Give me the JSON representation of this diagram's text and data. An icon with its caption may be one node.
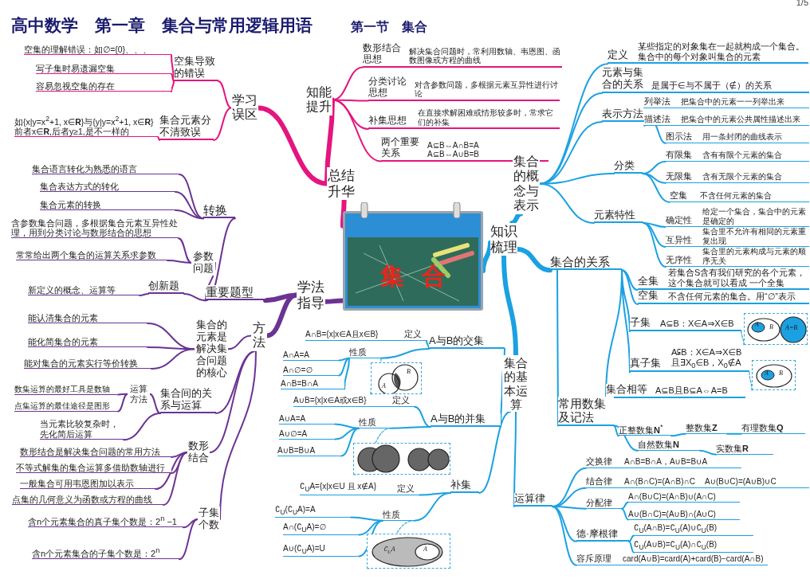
{
  "diagram": {
    "title": "高中数学　第一章　集合与常用逻辑用语",
    "labels": [
      "第一节　集合",
      "1/5"
    ],
    "nodes": [
      {
        "text": [
          "集合"
        ]
      },
      {
        "text": [
          "总结升华"
        ]
      },
      {
        "text": [
          "知能提升"
        ]
      },
      {
        "text": [
          "数形结合思想",
          "解决集合问题时，常利用数轴、韦恩图、函数图像或方程的曲线"
        ]
      },
      {
        "text": [
          "分类讨论思想",
          "对含参数问题，多根据元素互异性进行讨论"
        ]
      },
      {
        "text": [
          "补集思想",
          "在直接求解困难或情形较多时，常求它们的补集"
        ]
      },
      {
        "text": [
          "两个重要关系",
          "A⊆B⇔A∩B=A",
          "A⊆B⇔A∪B=B"
        ]
      },
      {
        "text": [
          "学习误区"
        ]
      },
      {
        "text": [
          "空集导致的错误"
        ]
      },
      {
        "text": [
          "空集的理解错误：如∅={0}、、、"
        ]
      },
      {
        "text": [
          "写子集时易遗漏空集"
        ]
      },
      {
        "text": [
          "容易忽视空集的存在"
        ]
      },
      {
        "text": [
          "集合元素分不清致误"
        ]
      },
      {
        "text": [
          "如{x|y=x$^{2}$+1, x∈**R**}与{y|y=x$^{2}$+1, x∈**R**}前者x∈**R**,后者y≥1,是不一样的"
        ]
      },
      {
        "text": [
          "学法指导"
        ]
      },
      {
        "text": [
          "重要题型"
        ]
      },
      {
        "text": [
          "转换"
        ]
      },
      {
        "text": [
          "集合语言转化为熟悉的语言"
        ]
      },
      {
        "text": [
          "集合表达方式的转化"
        ]
      },
      {
        "text": [
          "集合元素的转换"
        ]
      },
      {
        "text": [
          "参数问题"
        ]
      },
      {
        "text": [
          "含参数集合问题，多根据集合元素互异性处理，用到分类讨论与数形结合的思想"
        ]
      },
      {
        "text": [
          "常常给出两个集合的运算关系求参数"
        ]
      },
      {
        "text": [
          "创新题"
        ]
      },
      {
        "text": [
          "新定义的概念、运算等"
        ]
      },
      {
        "text": [
          "方法"
        ]
      },
      {
        "text": [
          "集合的元素是解决集合问题的核心"
        ]
      },
      {
        "text": [
          "能认清集合的元素"
        ]
      },
      {
        "text": [
          "能化简集合的元素"
        ]
      },
      {
        "text": [
          "能对集合的元素实行等价转换"
        ]
      },
      {
        "text": [
          "集合间的关系与运算"
        ]
      },
      {
        "text": [
          "运算方法"
        ]
      },
      {
        "text": [
          "数集运算的最好工具是数轴"
        ]
      },
      {
        "text": [
          "点集运算的最佳途径是图形"
        ]
      },
      {
        "text": [
          "当元素比较复杂时，先化简后运算"
        ]
      },
      {
        "text": [
          "数形结合"
        ]
      },
      {
        "text": [
          "数形结合是解决集合问题的常用方法"
        ]
      },
      {
        "text": [
          "不等式解集的集合运算多借助数轴进行"
        ]
      },
      {
        "text": [
          "一般集合可用韦恩图加以表示"
        ]
      },
      {
        "text": [
          "点集的几何意义为函数或方程的曲线"
        ]
      },
      {
        "text": [
          "子集个数"
        ]
      },
      {
        "text": [
          "含n个元素集合的真子集个数是：2$^{n}$ −1"
        ]
      },
      {
        "text": [
          "含n个元素集合的子集个数是：2$^{n}$"
        ]
      },
      {
        "text": [
          "知识梳理"
        ]
      },
      {
        "text": [
          "集合的概念与表示"
        ]
      },
      {
        "text": [
          "定义",
          "某些指定的对象集在一起就构成一个集合。集合中的每个对象叫集合的元素"
        ]
      },
      {
        "text": [
          "元素与集合的关系",
          "是属于∈与不属于（∉）的关系"
        ]
      },
      {
        "text": [
          "表示方法"
        ]
      },
      {
        "text": [
          "列举法",
          "把集合中的元素一一列举出来"
        ]
      },
      {
        "text": [
          "描述法",
          "把集合中的元素公共属性描述出来"
        ]
      },
      {
        "text": [
          "图示法",
          "用一条封闭的曲线表示"
        ]
      },
      {
        "text": [
          "分类"
        ]
      },
      {
        "text": [
          "有限集",
          "含有有限个元素的集合"
        ]
      },
      {
        "text": [
          "无限集",
          "含有无限个元素的集合"
        ]
      },
      {
        "text": [
          "空集",
          "不含任何元素的集合"
        ]
      },
      {
        "text": [
          "元素特性"
        ]
      },
      {
        "text": [
          "确定性",
          "给定一个集合，集合中的元素是确定的"
        ]
      },
      {
        "text": [
          "互异性",
          "集合里不允许有相同的元素重复出现"
        ]
      },
      {
        "text": [
          "无序性",
          "集合里的元素构成与元素的顺序无关"
        ]
      },
      {
        "text": [
          "集合的关系"
        ]
      },
      {
        "text": [
          "全集",
          "若集合S含有我们研究的各个元素，这个集合就可以看成 一个全集"
        ]
      },
      {
        "text": [
          "空集",
          "不含任何元素的集合。用“∅”表示"
        ]
      },
      {
        "text": [
          "子集",
          "A⊆B：X∈A⇒X∈B"
        ]
      },
      {
        "text": [
          "A",
          "B",
          "A=B"
        ]
      },
      {
        "text": [
          "真子集",
          "A⫋B：X∈A⇒X∈B 且∃X$_{0}$∈B，X$_{0}$∉A"
        ]
      },
      {
        "text": [
          "A",
          "B"
        ]
      },
      {
        "text": [
          "集合相等",
          "A⊆B且B⊆A⇔A=B"
        ]
      },
      {
        "text": [
          "常用数集及记法"
        ]
      },
      {
        "text": [
          "正整数集**N**$^{*}$"
        ]
      },
      {
        "text": [
          "整数集**Z**"
        ]
      },
      {
        "text": [
          "有理数集**Q**"
        ]
      },
      {
        "text": [
          "自然数集**N**"
        ]
      },
      {
        "text": [
          "实数集**R**"
        ]
      },
      {
        "text": [
          "集合的基本运算"
        ]
      },
      {
        "text": [
          "A与B的交集"
        ]
      },
      {
        "text": [
          "A∩B={x|x∈A且x∈B}",
          "定义"
        ]
      },
      {
        "text": [
          "性质"
        ]
      },
      {
        "text": [
          "A∩A=A"
        ]
      },
      {
        "text": [
          "A∩∅=∅"
        ]
      },
      {
        "text": [
          "A∩B=B∩A"
        ]
      },
      {
        "text": [
          "A",
          "B"
        ]
      },
      {
        "text": [
          "A与B的并集"
        ]
      },
      {
        "text": [
          "A∪B={x|x∈A或x∈B}",
          "定义"
        ]
      },
      {
        "text": [
          "性质"
        ]
      },
      {
        "text": [
          "A∪A=A"
        ]
      },
      {
        "text": [
          "A∪∅=A"
        ]
      },
      {
        "text": [
          "A∪B=B∪A"
        ]
      },
      {
        "text": [],
        "shape": "picture"
      },
      {
        "text": [
          "补集"
        ]
      },
      {
        "text": [
          "∁$_{U}$A={x|x∈U 且 x∉A}",
          "定义"
        ]
      },
      {
        "text": [
          "性质"
        ]
      },
      {
        "text": [
          "∁$_{U}$(∁$_{U}$A)=A"
        ]
      },
      {
        "text": [
          "A∩(∁$_{U}$A)=∅"
        ]
      },
      {
        "text": [
          "A∪(∁$_{U}$A)=U"
        ]
      },
      {
        "text": [
          "∁$_{U}$A",
          "A"
        ]
      },
      {
        "text": [
          "运算律"
        ]
      },
      {
        "text": [
          "交换律",
          "A∩B=B∩A，A∪B=B∪A"
        ]
      },
      {
        "text": [
          "结合律",
          "A∩(B∩C)=(A∩B)∩C",
          "A∪(B∪C)=(A∪B)∪C"
        ]
      },
      {
        "text": [
          "分配律"
        ]
      },
      {
        "text": [
          "A∩(B∪C)=(A∩B)∪(A∩C)"
        ]
      },
      {
        "text": [
          "A∪(B∩C)=(A∪B)∩(A∪C)"
        ]
      },
      {
        "text": [
          "德·摩根律"
        ]
      },
      {
        "text": [
          "∁$_{U}$(A∩B)=∁$_{U}$(A)∪∁$_{U}$(B)"
        ]
      },
      {
        "text": [
          "∁$_{U}$(A∪B)=∁$_{U}$(A)∩∁$_{U}$(B)"
        ]
      },
      {
        "text": [
          "容斥原理",
          "card(A∪B)=card(A)+card(B)−card(A∩B)"
        ]
      }
    ],
    "edges": [
      {
        "from": 0,
        "to": 1,
        "arrow": "none",
        "style": "thick",
        "color": "#e4157f"
      },
      {
        "from": 1,
        "to": 2,
        "arrow": "none",
        "style": "thick",
        "color": "#e4157f"
      },
      {
        "from": 2,
        "to": 3,
        "arrow": "none",
        "color": "#e4157f"
      },
      {
        "from": 2,
        "to": 4,
        "arrow": "none",
        "color": "#e4157f"
      },
      {
        "from": 2,
        "to": 5,
        "arrow": "none",
        "color": "#e4157f"
      },
      {
        "from": 2,
        "to": 6,
        "arrow": "none",
        "color": "#e4157f"
      },
      {
        "from": 1,
        "to": 7,
        "arrow": "none",
        "style": "thick",
        "color": "#e4157f"
      },
      {
        "from": 7,
        "to": 8,
        "arrow": "none",
        "color": "#e4157f"
      },
      {
        "from": 8,
        "to": 9,
        "arrow": "none",
        "color": "#e4157f"
      },
      {
        "from": 8,
        "to": 10,
        "arrow": "none",
        "color": "#e4157f"
      },
      {
        "from": 8,
        "to": 11,
        "arrow": "none",
        "color": "#e4157f"
      },
      {
        "from": 7,
        "to": 12,
        "arrow": "none",
        "color": "#e4157f"
      },
      {
        "from": 12,
        "to": 13,
        "arrow": "none",
        "color": "#e4157f"
      },
      {
        "from": 0,
        "to": 14,
        "arrow": "none",
        "style": "thick",
        "color": "#6b3393"
      },
      {
        "from": 14,
        "to": 15,
        "arrow": "none",
        "style": "thick",
        "color": "#6b3393"
      },
      {
        "from": 15,
        "to": 16,
        "arrow": "none",
        "color": "#6b3393"
      },
      {
        "from": 16,
        "to": 17,
        "arrow": "none",
        "color": "#6b3393"
      },
      {
        "from": 16,
        "to": 18,
        "arrow": "none",
        "color": "#6b3393"
      },
      {
        "from": 16,
        "to": 19,
        "arrow": "none",
        "color": "#6b3393"
      },
      {
        "from": 15,
        "to": 20,
        "arrow": "none",
        "color": "#6b3393"
      },
      {
        "from": 20,
        "to": 21,
        "arrow": "none",
        "color": "#6b3393"
      },
      {
        "from": 20,
        "to": 22,
        "arrow": "none",
        "color": "#6b3393"
      },
      {
        "from": 15,
        "to": 23,
        "arrow": "none",
        "color": "#6b3393"
      },
      {
        "from": 23,
        "to": 24,
        "arrow": "none",
        "color": "#6b3393"
      },
      {
        "from": 14,
        "to": 25,
        "arrow": "none",
        "style": "thick",
        "color": "#6b3393"
      },
      {
        "from": 25,
        "to": 26,
        "arrow": "none",
        "color": "#6b3393"
      },
      {
        "from": 26,
        "to": 27,
        "arrow": "none",
        "color": "#6b3393"
      },
      {
        "from": 26,
        "to": 28,
        "arrow": "none",
        "color": "#6b3393"
      },
      {
        "from": 26,
        "to": 29,
        "arrow": "none",
        "color": "#6b3393"
      },
      {
        "from": 25,
        "to": 30,
        "arrow": "none",
        "color": "#6b3393"
      },
      {
        "from": 30,
        "to": 31,
        "arrow": "none",
        "color": "#6b3393"
      },
      {
        "from": 31,
        "to": 32,
        "arrow": "none",
        "color": "#6b3393"
      },
      {
        "from": 31,
        "to": 33,
        "arrow": "none",
        "color": "#6b3393"
      },
      {
        "from": 30,
        "to": 34,
        "arrow": "none",
        "color": "#6b3393"
      },
      {
        "from": 25,
        "to": 35,
        "arrow": "none",
        "color": "#6b3393"
      },
      {
        "from": 35,
        "to": 36,
        "arrow": "none",
        "color": "#6b3393"
      },
      {
        "from": 35,
        "to": 37,
        "arrow": "none",
        "color": "#6b3393"
      },
      {
        "from": 35,
        "to": 38,
        "arrow": "none",
        "color": "#6b3393"
      },
      {
        "from": 35,
        "to": 39,
        "arrow": "none",
        "color": "#6b3393"
      },
      {
        "from": 25,
        "to": 40,
        "arrow": "none",
        "color": "#6b3393"
      },
      {
        "from": 40,
        "to": 41,
        "arrow": "none",
        "color": "#6b3393"
      },
      {
        "from": 40,
        "to": 42,
        "arrow": "none",
        "color": "#6b3393"
      },
      {
        "from": 0,
        "to": 43,
        "arrow": "none",
        "style": "thick"
      },
      {
        "from": 43,
        "to": 44,
        "arrow": "none",
        "style": "thick"
      },
      {
        "from": 44,
        "to": 45,
        "arrow": "none"
      },
      {
        "from": 44,
        "to": 46,
        "arrow": "none"
      },
      {
        "from": 44,
        "to": 47,
        "arrow": "none"
      },
      {
        "from": 47,
        "to": 48,
        "arrow": "none"
      },
      {
        "from": 47,
        "to": 49,
        "arrow": "none"
      },
      {
        "from": 47,
        "to": 50,
        "arrow": "none"
      },
      {
        "from": 44,
        "to": 51,
        "arrow": "none"
      },
      {
        "from": 51,
        "to": 52,
        "arrow": "none"
      },
      {
        "from": 51,
        "to": 53,
        "arrow": "none"
      },
      {
        "from": 51,
        "to": 54,
        "arrow": "none"
      },
      {
        "from": 44,
        "to": 55,
        "arrow": "none"
      },
      {
        "from": 55,
        "to": 56,
        "arrow": "none"
      },
      {
        "from": 55,
        "to": 57,
        "arrow": "none"
      },
      {
        "from": 55,
        "to": 58,
        "arrow": "none"
      },
      {
        "from": 43,
        "to": 59,
        "arrow": "none",
        "style": "thick"
      },
      {
        "from": 59,
        "to": 60,
        "arrow": "none"
      },
      {
        "from": 59,
        "to": 61,
        "arrow": "none"
      },
      {
        "from": 59,
        "to": 62,
        "arrow": "none"
      },
      {
        "from": 62,
        "to": 63,
        "arrow": "none",
        "style": "dashed"
      },
      {
        "from": 59,
        "to": 64,
        "arrow": "none"
      },
      {
        "from": 64,
        "to": 65,
        "arrow": "none",
        "style": "dashed"
      },
      {
        "from": 59,
        "to": 66,
        "arrow": "none"
      },
      {
        "from": 59,
        "to": 67,
        "arrow": "none"
      },
      {
        "from": 67,
        "to": 68,
        "arrow": "none"
      },
      {
        "from": 68,
        "to": 69,
        "arrow": "none"
      },
      {
        "from": 69,
        "to": 70,
        "arrow": "none"
      },
      {
        "from": 67,
        "to": 71,
        "arrow": "none"
      },
      {
        "from": 71,
        "to": 72,
        "arrow": "none"
      },
      {
        "from": 43,
        "to": 73,
        "arrow": "none",
        "style": "thick"
      },
      {
        "from": 73,
        "to": 74,
        "arrow": "none"
      },
      {
        "from": 74,
        "to": 75,
        "arrow": "none"
      },
      {
        "from": 74,
        "to": 76,
        "arrow": "none"
      },
      {
        "from": 76,
        "to": 77,
        "arrow": "none"
      },
      {
        "from": 76,
        "to": 78,
        "arrow": "none"
      },
      {
        "from": 76,
        "to": 79,
        "arrow": "none"
      },
      {
        "from": 76,
        "to": 80,
        "arrow": "none",
        "style": "dashed"
      },
      {
        "from": 73,
        "to": 81,
        "arrow": "none"
      },
      {
        "from": 81,
        "to": 82,
        "arrow": "none"
      },
      {
        "from": 81,
        "to": 83,
        "arrow": "none"
      },
      {
        "from": 83,
        "to": 84,
        "arrow": "none"
      },
      {
        "from": 83,
        "to": 85,
        "arrow": "none"
      },
      {
        "from": 83,
        "to": 86,
        "arrow": "none"
      },
      {
        "from": 83,
        "to": 87,
        "arrow": "none",
        "style": "dashed"
      },
      {
        "from": 73,
        "to": 88,
        "arrow": "none"
      },
      {
        "from": 88,
        "to": 89,
        "arrow": "none"
      },
      {
        "from": 88,
        "to": 90,
        "arrow": "none"
      },
      {
        "from": 90,
        "to": 91,
        "arrow": "none"
      },
      {
        "from": 90,
        "to": 92,
        "arrow": "none"
      },
      {
        "from": 90,
        "to": 93,
        "arrow": "none"
      },
      {
        "from": 90,
        "to": 94,
        "arrow": "none",
        "style": "dashed"
      },
      {
        "from": 73,
        "to": 95,
        "arrow": "none"
      },
      {
        "from": 95,
        "to": 96,
        "arrow": "none"
      },
      {
        "from": 95,
        "to": 97,
        "arrow": "none"
      },
      {
        "from": 95,
        "to": 98,
        "arrow": "none"
      },
      {
        "from": 98,
        "to": 99,
        "arrow": "none"
      },
      {
        "from": 98,
        "to": 100,
        "arrow": "none"
      },
      {
        "from": 95,
        "to": 101,
        "arrow": "none"
      },
      {
        "from": 101,
        "to": 102,
        "arrow": "none"
      },
      {
        "from": 101,
        "to": 103,
        "arrow": "none"
      },
      {
        "from": 95,
        "to": 104,
        "arrow": "none"
      }
    ]
  }
}
